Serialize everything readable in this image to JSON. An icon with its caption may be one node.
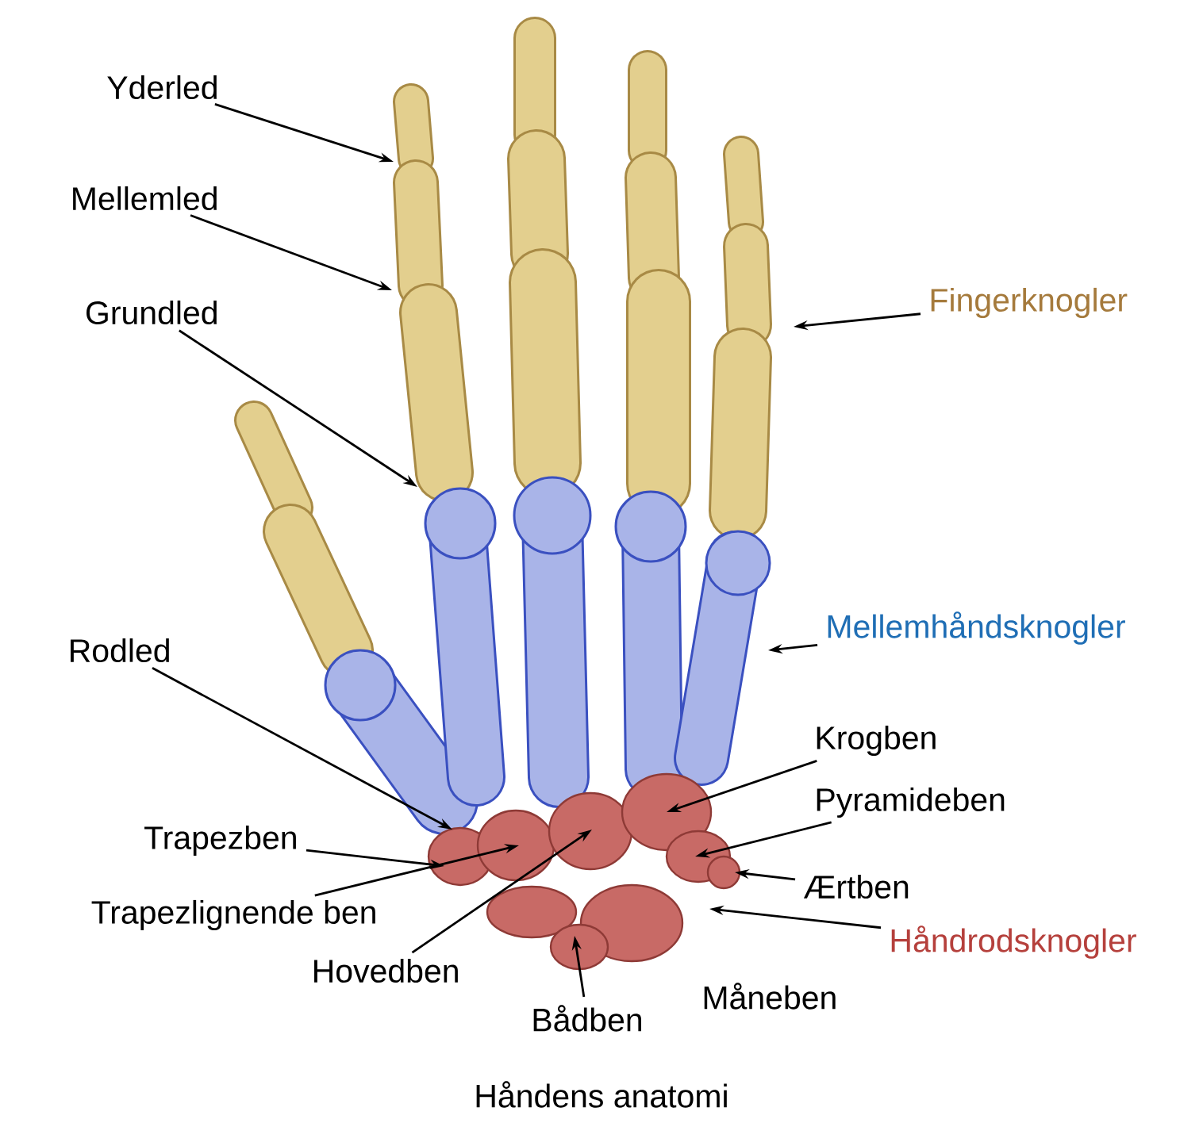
{
  "diagram": {
    "caption": "Håndens anatomi",
    "nodes": [
      {
        "text": [
          "Yderled"
        ]
      },
      {
        "text": [
          "Mellemled"
        ]
      },
      {
        "text": [
          "Grundled"
        ]
      },
      {
        "text": [
          "Fingerknogler"
        ]
      },
      {
        "text": [
          "Mellemhåndsknogler"
        ]
      },
      {
        "text": [
          "Rodled"
        ]
      },
      {
        "text": [
          "Krogben"
        ]
      },
      {
        "text": [
          "Pyramideben"
        ]
      },
      {
        "text": [
          "Ærtben"
        ]
      },
      {
        "text": [
          "Håndrodsknogler"
        ]
      },
      {
        "text": [
          "Trapezben"
        ]
      },
      {
        "text": [
          "Trapezlignende ben"
        ]
      },
      {
        "text": [
          "Hovedben"
        ]
      },
      {
        "text": [
          "Bådben"
        ]
      }
    ],
    "edges": [
      {
        "from": 0,
        "to": null,
        "arrow": "to"
      },
      {
        "from": 1,
        "to": null,
        "arrow": "to"
      },
      {
        "from": 2,
        "to": null,
        "arrow": "to"
      },
      {
        "from": 3,
        "to": null,
        "arrow": "to"
      },
      {
        "from": 4,
        "to": null,
        "arrow": "to"
      },
      {
        "from": 5,
        "to": null,
        "arrow": "to"
      },
      {
        "from": 6,
        "to": null,
        "arrow": "to"
      },
      {
        "from": 7,
        "to": null,
        "arrow": "to"
      },
      {
        "from": 8,
        "to": null,
        "arrow": "to"
      },
      {
        "from": 9,
        "to": null,
        "arrow": "to"
      },
      {
        "from": 10,
        "to": null,
        "arrow": "to"
      },
      {
        "from": 11,
        "to": null,
        "arrow": "to"
      },
      {
        "from": 12,
        "to": null,
        "arrow": "to"
      },
      {
        "from": 13,
        "to": null,
        "arrow": "to"
      }
    ],
    "labels": [
      "Måneben"
    ]
  }
}
